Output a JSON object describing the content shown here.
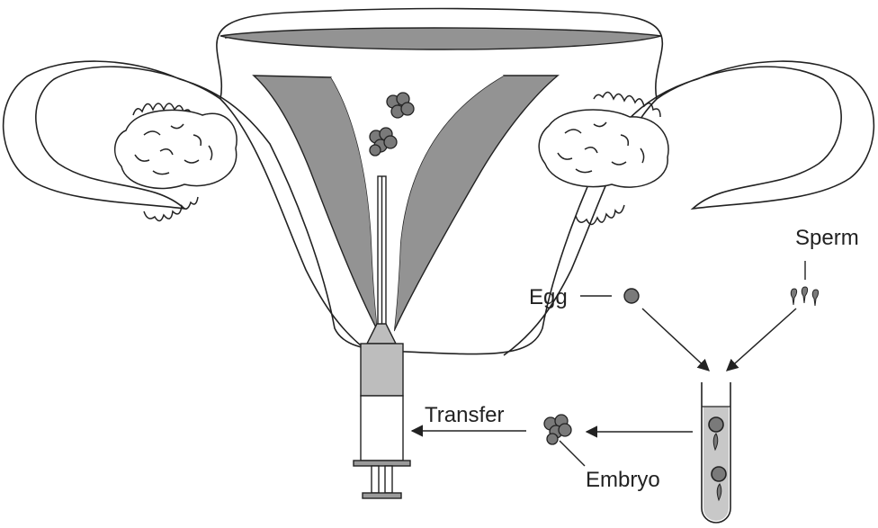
{
  "labels": {
    "sperm": "Sperm",
    "egg": "Egg",
    "transfer": "Transfer",
    "embryo": "Embryo"
  },
  "colors": {
    "line": "#222222",
    "muscle": "#939393",
    "cell": "#7a7a7a",
    "syringe_fluid": "#bdbdbd",
    "tube_fluid": "#c8c8c8",
    "background": "#ffffff"
  }
}
